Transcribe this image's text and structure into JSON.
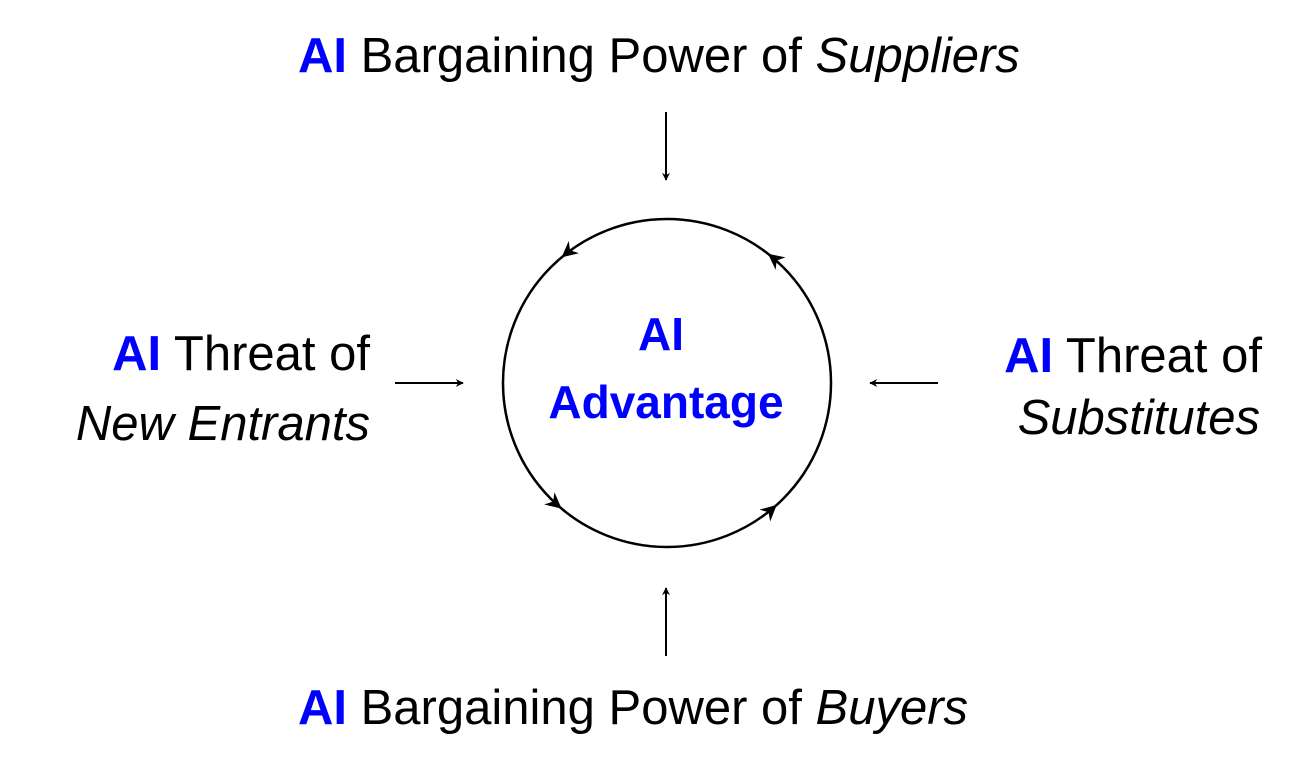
{
  "colors": {
    "accent": "#0000ff",
    "ink": "#000000"
  },
  "top": {
    "ai": "AI",
    "text": "Bargaining Power of ",
    "em": "Suppliers"
  },
  "bottom": {
    "ai": "AI",
    "text": "Bargaining Power of ",
    "em": "Buyers"
  },
  "left": {
    "ai": "AI",
    "text": "Threat of",
    "em": "New Entrants"
  },
  "right": {
    "ai": "AI",
    "text": "Threat of",
    "em": "Substitutes"
  },
  "center": {
    "line1": "AI",
    "line2": "Advantage"
  }
}
